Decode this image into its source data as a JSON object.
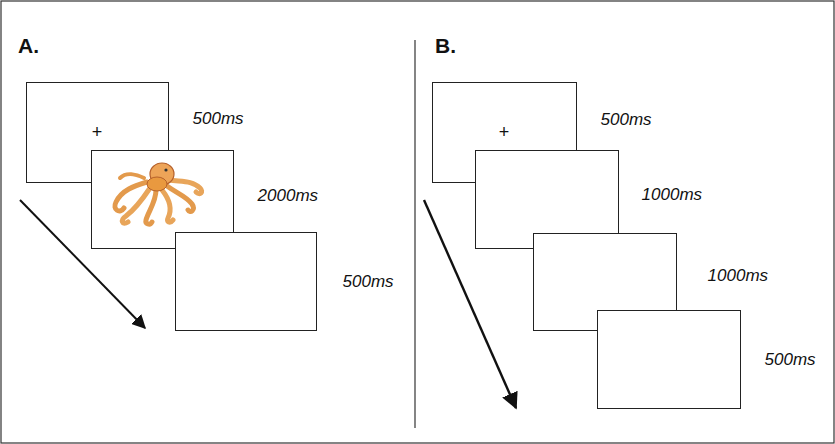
{
  "diagram": {
    "nodes": [
      {
        "text": [
          "+",
          "500ms"
        ]
      },
      {
        "text": [
          "2000ms"
        ]
      },
      {
        "text": [
          "500ms"
        ]
      },
      {
        "text": [
          "+",
          "500ms"
        ]
      },
      {
        "text": [
          "1000ms"
        ]
      },
      {
        "text": [
          "1000ms"
        ]
      },
      {
        "text": [
          "500ms"
        ]
      }
    ],
    "labels": [
      "A.",
      "B."
    ]
  }
}
